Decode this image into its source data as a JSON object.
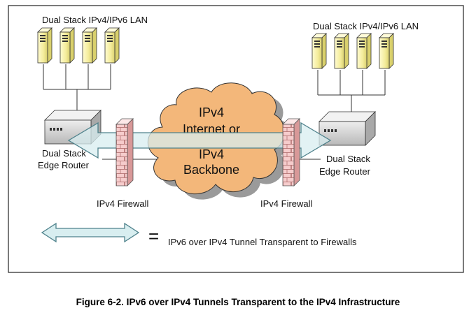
{
  "diagram": {
    "left_lan_label": "Dual Stack IPv4/IPv6 LAN",
    "right_lan_label": "Dual Stack IPv4/IPv6 LAN",
    "left_router_label": [
      "Dual Stack",
      "Edge Router"
    ],
    "right_router_label": [
      "Dual Stack",
      "Edge Router"
    ],
    "cloud_label": [
      "IPv4",
      "Internet or",
      "IPv4",
      "Backbone"
    ],
    "left_firewall_label": "IPv4 Firewall",
    "right_firewall_label": "IPv4 Firewall",
    "legend": {
      "symbol": "=",
      "text": "IPv6 over IPv4 Tunnel Transparent to Firewalls"
    }
  },
  "caption": "Figure 6-2.  IPv6 over IPv4 Tunnels Transparent to the IPv4 Infrastructure",
  "colors": {
    "cloud": "#f3b77a",
    "cloud_shadow": "#9a9a9a",
    "tunnel_fill": "#d8eef0",
    "tunnel_stroke": "#5a8c96",
    "firewall_brick": "#f3c6c6",
    "server_body": "#f7f1a8",
    "router_body": "#cfcfcf"
  },
  "icons": {
    "server": "server-icon",
    "router": "router-icon",
    "firewall": "firewall-icon",
    "cloud": "cloud-icon",
    "tunnel": "tunnel-arrow-icon"
  }
}
